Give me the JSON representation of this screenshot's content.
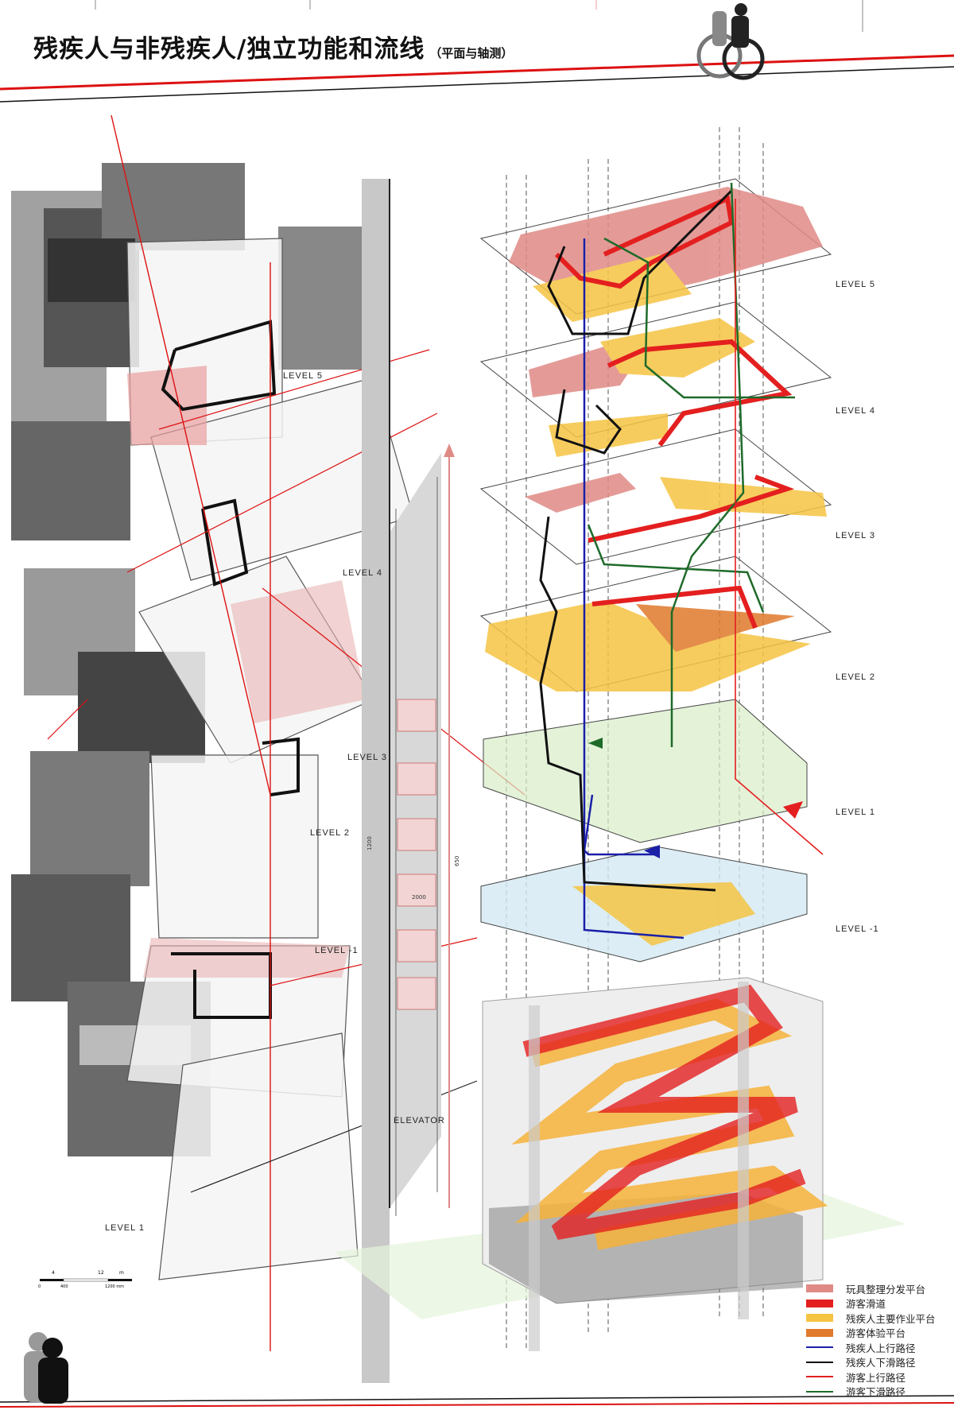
{
  "header": {
    "title": "残疾人与非残疾人/独立功能和流线",
    "subtitle": "（平面与轴测）"
  },
  "axon_levels": [
    "LEVEL 5",
    "LEVEL 4",
    "LEVEL 3",
    "LEVEL 2",
    "LEVEL 1",
    "LEVEL -1"
  ],
  "plan_levels": {
    "l5": "LEVEL 5",
    "l4": "LEVEL 4",
    "l3": "LEVEL 3",
    "l2": "LEVEL 2",
    "lm1": "LEVEL -1",
    "l1": "LEVEL 1"
  },
  "elevator_label": "ELEVATOR",
  "dimensions": {
    "d1": "650",
    "d2": "2000",
    "d3": "1200"
  },
  "scale_bar": {
    "top_a": "4",
    "top_b": "12",
    "top_unit": "m",
    "bot_a": "0",
    "bot_b": "400",
    "bot_c": "1200 mm"
  },
  "legend": [
    {
      "label": "玩具整理分发平台",
      "color": "#e08a86",
      "kind": "fill"
    },
    {
      "label": "游客滑道",
      "color": "#e41f1f",
      "kind": "fill"
    },
    {
      "label": "残疾人主要作业平台",
      "color": "#f6c443",
      "kind": "fill"
    },
    {
      "label": "游客体验平台",
      "color": "#e07a2c",
      "kind": "fill"
    },
    {
      "label": "残疾人上行路径",
      "color": "#1a1fa8",
      "kind": "line"
    },
    {
      "label": "残疾人下滑路径",
      "color": "#111111",
      "kind": "line"
    },
    {
      "label": "游客上行路径",
      "color": "#e41f1f",
      "kind": "line"
    },
    {
      "label": "游客下滑路径",
      "color": "#1e6b2a",
      "kind": "line"
    }
  ]
}
